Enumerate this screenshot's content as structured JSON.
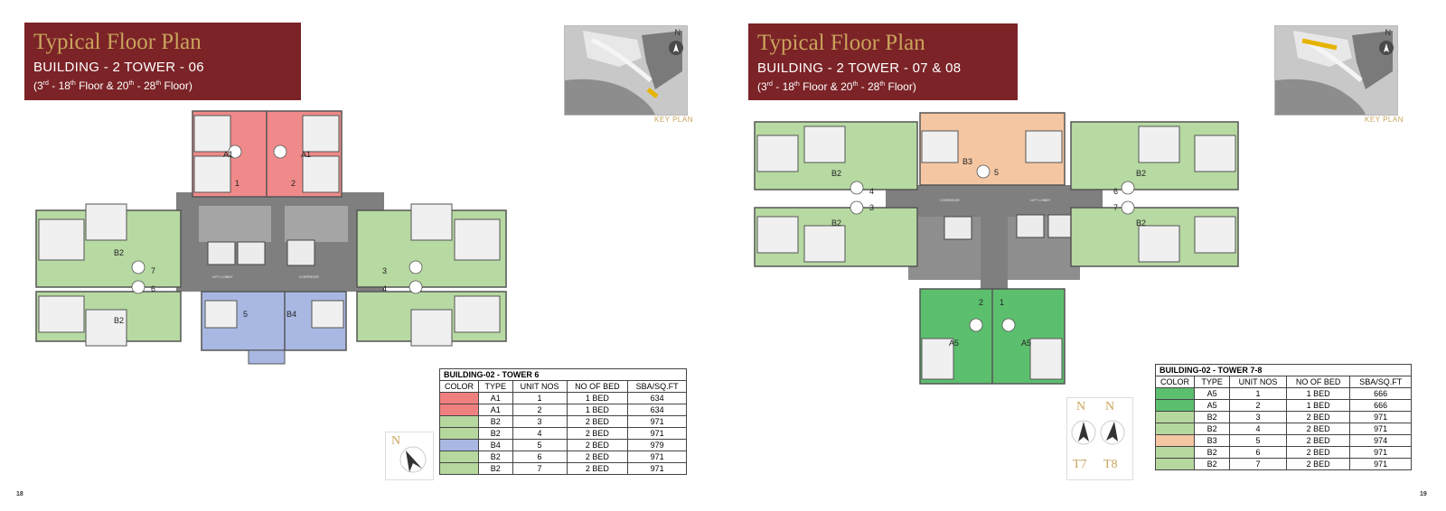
{
  "left": {
    "title": "Typical Floor Plan",
    "subtitle": "BUILDING - 2 TOWER - 06",
    "floor": {
      "p1": "(3",
      "s1": "rd",
      "p2": " - 18",
      "s2": "th",
      "p3": " Floor & 20",
      "s3": "th",
      "p4": " - 28",
      "s4": "th",
      "p5": " Floor)"
    },
    "keyplan_label": "KEY PLAN",
    "north_letter": "N",
    "page_number": "18",
    "table": {
      "title": "BUILDING-02 - TOWER 6",
      "headers": [
        "COLOR",
        "TYPE",
        "UNIT NOS",
        "NO OF BED",
        "SBA/SQ.FT"
      ],
      "rows": [
        {
          "color": "#f08080",
          "type": "A1",
          "unit": "1",
          "bed": "1 BED",
          "sba": "634"
        },
        {
          "color": "#f08080",
          "type": "A1",
          "unit": "2",
          "bed": "1 BED",
          "sba": "634"
        },
        {
          "color": "#b5d89e",
          "type": "B2",
          "unit": "3",
          "bed": "2 BED",
          "sba": "971"
        },
        {
          "color": "#b5d89e",
          "type": "B2",
          "unit": "4",
          "bed": "2 BED",
          "sba": "971"
        },
        {
          "color": "#a9b8e3",
          "type": "B4",
          "unit": "5",
          "bed": "2 BED",
          "sba": "979"
        },
        {
          "color": "#b5d89e",
          "type": "B2",
          "unit": "6",
          "bed": "2 BED",
          "sba": "971"
        },
        {
          "color": "#b5d89e",
          "type": "B2",
          "unit": "7",
          "bed": "2 BED",
          "sba": "971"
        }
      ]
    },
    "plan_labels": {
      "a1a": "A1",
      "a1b": "A1",
      "u1": "1",
      "u2": "2",
      "b2a": "B2",
      "b2b": "B2",
      "u7": "7",
      "u6": "6",
      "u3": "3",
      "u4": "4",
      "u5": "5",
      "b4": "B4",
      "corridor": "CORRIDOR",
      "lift_lobby": "LIFT LOBBY"
    }
  },
  "right": {
    "title": "Typical Floor Plan",
    "subtitle": "BUILDING - 2 TOWER - 07 & 08",
    "floor": {
      "p1": "(3",
      "s1": "rd",
      "p2": " - 18",
      "s2": "th",
      "p3": " Floor & 20",
      "s3": "th",
      "p4": " - 28",
      "s4": "th",
      "p5": " Floor)"
    },
    "keyplan_label": "KEY PLAN",
    "north_letter": "N",
    "page_number": "19",
    "north_labels": {
      "n1": "N",
      "n2": "N",
      "t7": "T7",
      "t8": "T8"
    },
    "table": {
      "title": "BUILDING-02 - TOWER 7-8",
      "headers": [
        "COLOR",
        "TYPE",
        "UNIT NOS",
        "NO OF BED",
        "SBA/SQ.FT"
      ],
      "rows": [
        {
          "color": "#5cbf6e",
          "type": "A5",
          "unit": "1",
          "bed": "1 BED",
          "sba": "666"
        },
        {
          "color": "#5cbf6e",
          "type": "A5",
          "unit": "2",
          "bed": "1 BED",
          "sba": "666"
        },
        {
          "color": "#b5d89e",
          "type": "B2",
          "unit": "3",
          "bed": "2 BED",
          "sba": "971"
        },
        {
          "color": "#b5d89e",
          "type": "B2",
          "unit": "4",
          "bed": "2 BED",
          "sba": "971"
        },
        {
          "color": "#f5c6a2",
          "type": "B3",
          "unit": "5",
          "bed": "2 BED",
          "sba": "974"
        },
        {
          "color": "#b5d89e",
          "type": "B2",
          "unit": "6",
          "bed": "2 BED",
          "sba": "971"
        },
        {
          "color": "#b5d89e",
          "type": "B2",
          "unit": "7",
          "bed": "2 BED",
          "sba": "971"
        }
      ]
    },
    "plan_labels": {
      "b2a": "B2",
      "b2b": "B2",
      "b2c": "B2",
      "b2d": "B2",
      "b3": "B3",
      "u5": "5",
      "u4": "4",
      "u3": "3",
      "u6": "6",
      "u7": "7",
      "u1": "1",
      "u2": "2",
      "a5a": "A5",
      "a5b": "A5",
      "corridor": "CORRIDOR",
      "lift_lobby": "LIFT LOBBY"
    }
  }
}
